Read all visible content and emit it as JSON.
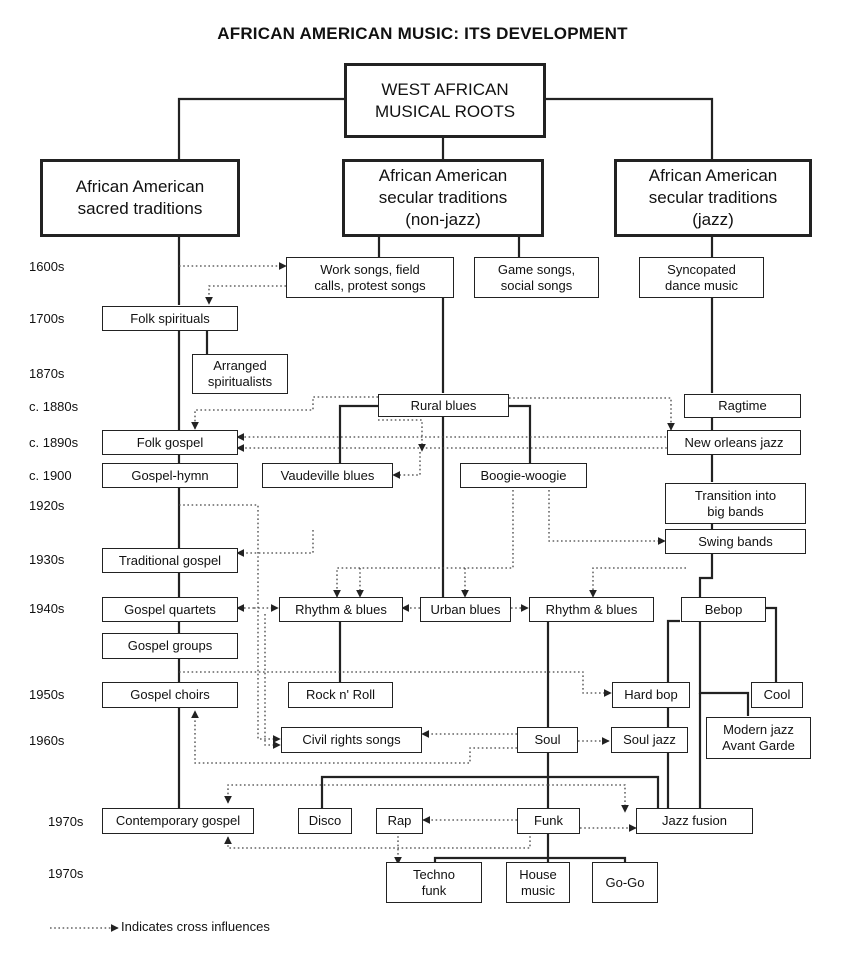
{
  "title": "AFRICAN AMERICAN MUSIC: ITS DEVELOPMENT",
  "boxes": {
    "roots": "WEST AFRICAN\nMUSICAL ROOTS",
    "sacred": "African American\nsacred traditions",
    "secular_nonjazz": "African American\nsecular traditions\n(non-jazz)",
    "secular_jazz": "African American\nsecular traditions\n(jazz)",
    "work_songs": "Work songs, field\ncalls, protest songs",
    "game_songs": "Game songs,\nsocial songs",
    "syncopated": "Syncopated\ndance music",
    "folk_spirituals": "Folk spirituals",
    "arranged_spirituals": "Arranged\nspiritualists",
    "rural_blues": "Rural blues",
    "ragtime": "Ragtime",
    "folk_gospel": "Folk gospel",
    "new_orleans": "New orleans jazz",
    "gospel_hymn": "Gospel-hymn",
    "vaudeville": "Vaudeville blues",
    "boogie": "Boogie-woogie",
    "big_bands": "Transition into\nbig bands",
    "swing": "Swing bands",
    "trad_gospel": "Traditional gospel",
    "gospel_quartets": "Gospel quartets",
    "rnb1": "Rhythm & blues",
    "urban_blues": "Urban blues",
    "rnb2": "Rhythm & blues",
    "bebop": "Bebop",
    "gospel_groups": "Gospel groups",
    "gospel_choirs": "Gospel choirs",
    "rocknroll": "Rock n' Roll",
    "hard_bop": "Hard bop",
    "cool": "Cool",
    "modern_jazz": "Modern jazz\nAvant Garde",
    "civil_rights": "Civil rights songs",
    "soul": "Soul",
    "soul_jazz": "Soul jazz",
    "contemporary_gospel": "Contemporary gospel",
    "disco": "Disco",
    "rap": "Rap",
    "funk": "Funk",
    "jazz_fusion": "Jazz fusion",
    "techno_funk": "Techno\nfunk",
    "house_music": "House\nmusic",
    "gogo": "Go-Go"
  },
  "eras": [
    "1600s",
    "1700s",
    "1870s",
    "c. 1880s",
    "c. 1890s",
    "c. 1900",
    "1920s",
    "1930s",
    "1940s",
    "1950s",
    "1960s",
    "1970s",
    "1970s"
  ],
  "legend": "Indicates cross influences"
}
